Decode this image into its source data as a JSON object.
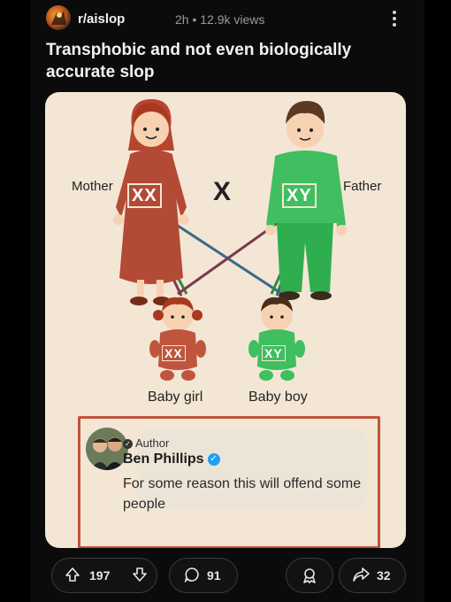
{
  "post": {
    "subreddit": "r/aislop",
    "meta": "2h • 12.9k views",
    "title": "Transphobic and not even biologically accurate slop"
  },
  "image": {
    "mother_label": "Mother",
    "father_label": "Father",
    "cross_symbol": "X",
    "mother_chrom": "XX",
    "father_chrom": "XY",
    "girl_chrom": "XX",
    "boy_chrom": "XY",
    "baby_girl_label": "Baby girl",
    "baby_boy_label": "Baby boy",
    "comment": {
      "author_tag": "Author",
      "name": "Ben Phillips",
      "text": "For some reason this will offend some people"
    }
  },
  "actions": {
    "upvotes": "197",
    "comments": "91",
    "shares": "32"
  },
  "colors": {
    "accent_orange": "#c0533a",
    "mother_dress": "#b34a36",
    "father_shirt": "#3fbf5f",
    "card_bg": "#f3e6d5",
    "verified": "#1da1f2"
  },
  "icons": [
    "subreddit-avatar-icon",
    "more-options-icon",
    "upvote-icon",
    "downvote-icon",
    "comment-icon",
    "award-icon",
    "share-icon",
    "verified-icon",
    "author-check-icon"
  ]
}
